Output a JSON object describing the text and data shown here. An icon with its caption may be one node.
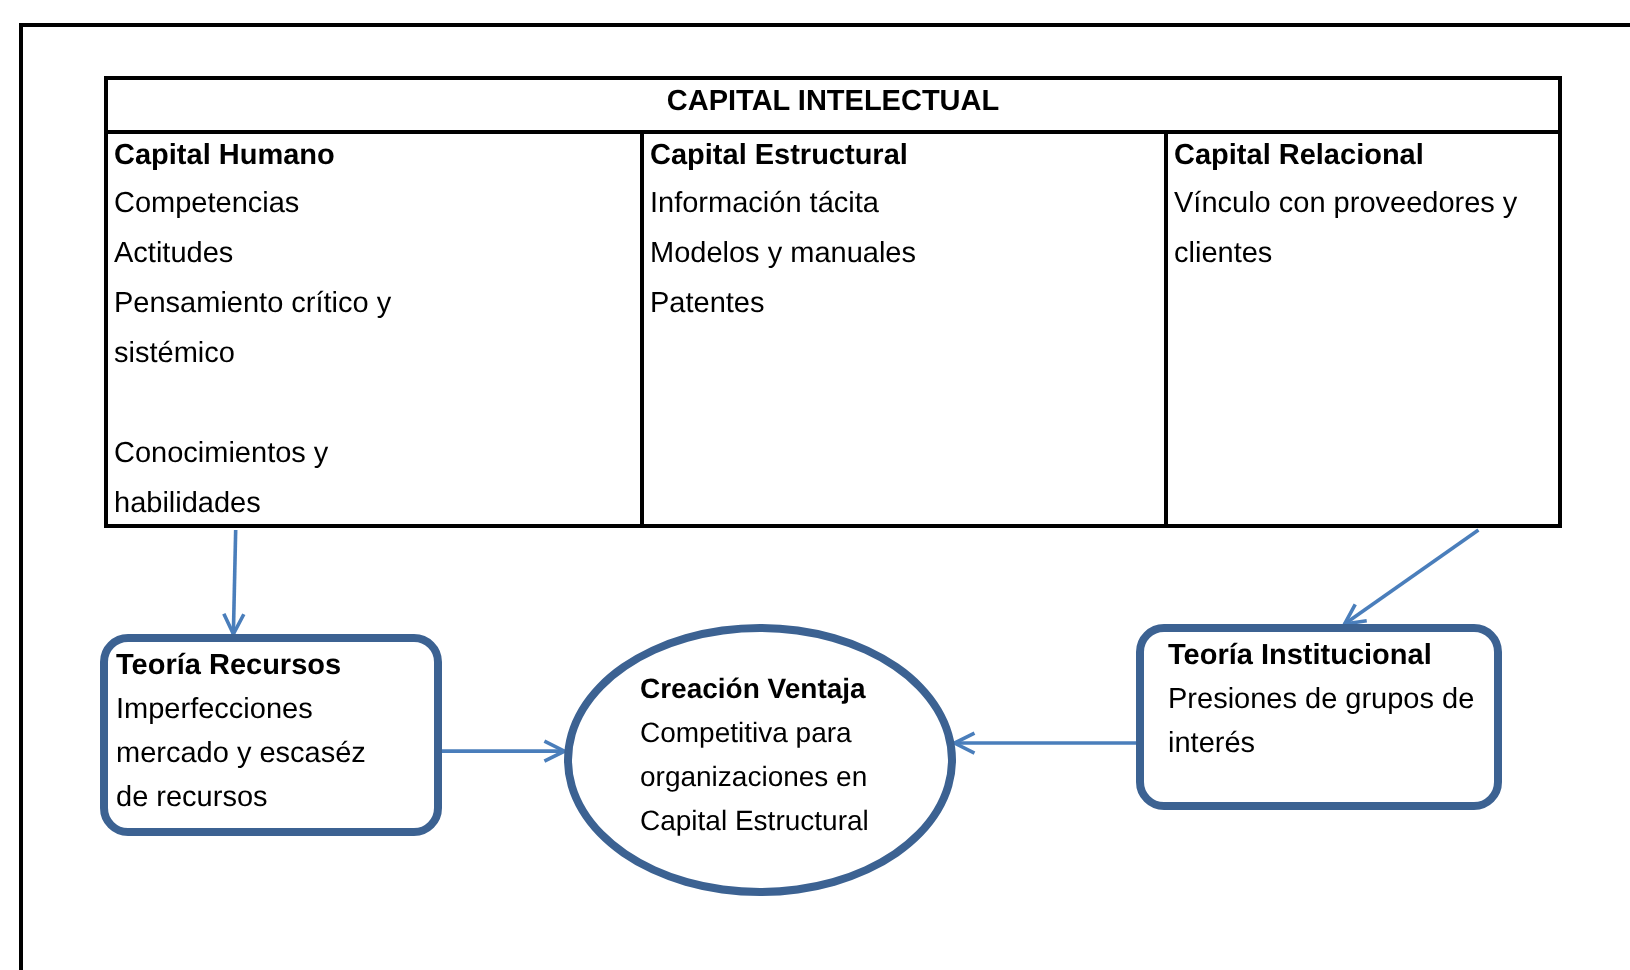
{
  "diagram": {
    "nodes": [
      {
        "text": [
          "CAPITAL INTELECTUAL"
        ]
      },
      {
        "text": [
          "Capital Humano",
          "Competencias",
          "Actitudes",
          "Pensamiento crítico y sistémico",
          "Conocimientos y habilidades"
        ],
        "in": 0
      },
      {
        "text": [
          "Capital Estructural",
          "Información tácita",
          "Modelos y manuales",
          "Patentes"
        ],
        "in": 0
      },
      {
        "text": [
          "Capital Relacional",
          "Vínculo con proveedores y clientes"
        ],
        "in": 0
      },
      {
        "text": [
          "Teoría Recursos",
          "Imperfecciones mercado y escaséz de recursos"
        ]
      },
      {
        "text": [
          "Creación Ventaja",
          "Competitiva para organizaciones en Capital Estructural"
        ]
      },
      {
        "text": [
          "Teoría Institucional",
          "Presiones de grupos de interés"
        ]
      }
    ],
    "edges": [
      {
        "from": 1,
        "to": 4,
        "arrow": "to"
      },
      {
        "from": 3,
        "to": 6,
        "arrow": "to"
      },
      {
        "from": 4,
        "to": 5,
        "arrow": "to"
      },
      {
        "from": 6,
        "to": 5,
        "arrow": "to"
      }
    ]
  }
}
